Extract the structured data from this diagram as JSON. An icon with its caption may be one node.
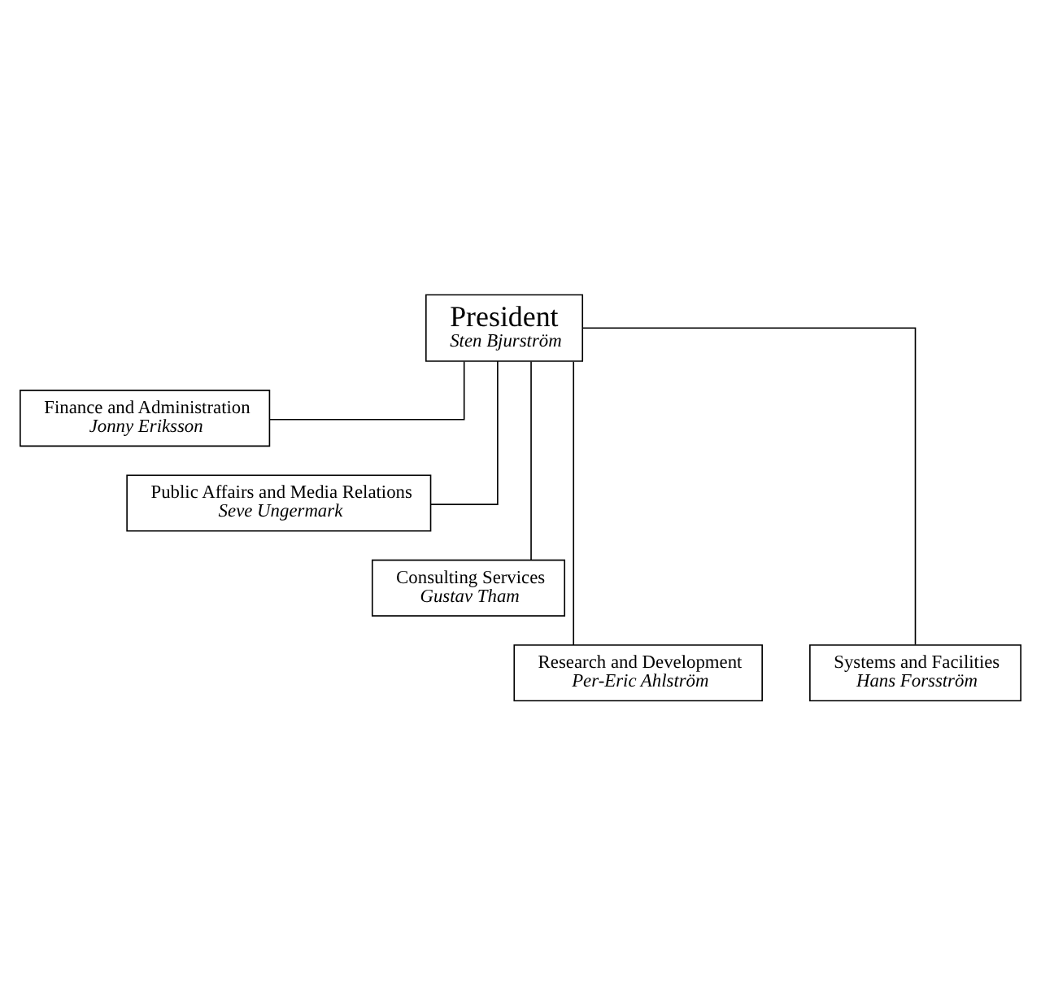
{
  "diagram": {
    "nodes": [
      {
        "text": [
          "President",
          "Sten Bjurström"
        ]
      },
      {
        "text": [
          "Finance and Administration",
          "Jonny Eriksson"
        ]
      },
      {
        "text": [
          "Public Affairs and Media Relations",
          "Seve Ungermark"
        ]
      },
      {
        "text": [
          "Consulting Services",
          "Gustav Tham"
        ]
      },
      {
        "text": [
          "Research and Development",
          "Per-Eric Ahlström"
        ]
      },
      {
        "text": [
          "Systems and Facilities",
          "Hans Forsström"
        ]
      }
    ],
    "edges": [
      {
        "from": 0,
        "to": 1,
        "arrow": "none"
      },
      {
        "from": 0,
        "to": 2,
        "arrow": "none"
      },
      {
        "from": 0,
        "to": 3,
        "arrow": "none"
      },
      {
        "from": 0,
        "to": 4,
        "arrow": "none"
      },
      {
        "from": 0,
        "to": 5,
        "arrow": "none"
      }
    ]
  }
}
